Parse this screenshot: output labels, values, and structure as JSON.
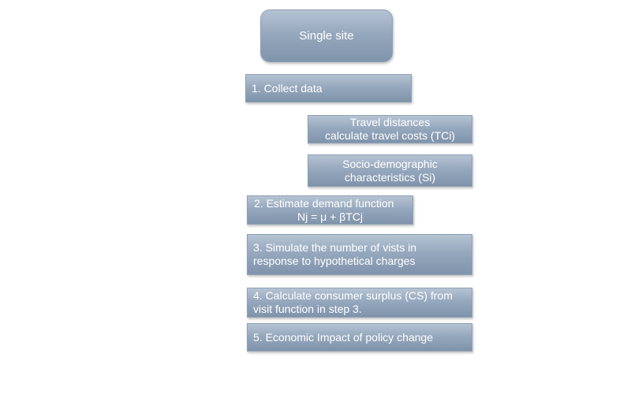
{
  "diagram": {
    "top": "Single site",
    "step1": "1. Collect data",
    "sub1": {
      "line1": "Travel distances",
      "line2": "calculate travel costs (TCi)"
    },
    "sub2": {
      "line1": "Socio-demographic",
      "line2": "characteristics (Si)"
    },
    "step2": {
      "line1": "2. Estimate demand function",
      "line2": "Nj = μ + βTCj"
    },
    "step3": {
      "line1": "3. Simulate the number of vists in",
      "line2": "response to hypothetical charges"
    },
    "step4": {
      "line1": "4. Calculate consumer surplus (CS) from",
      "line2": "visit function in step 3."
    },
    "step5": "5. Economic Impact of policy change"
  }
}
